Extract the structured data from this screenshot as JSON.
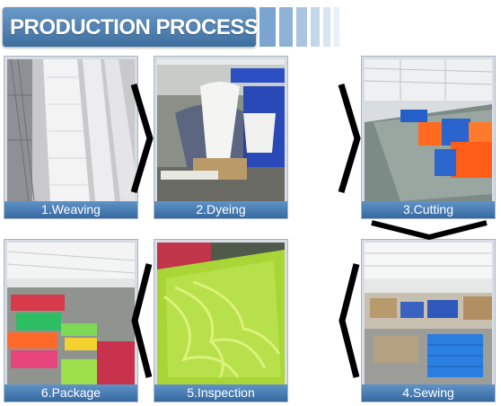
{
  "header": {
    "title": "PRODUCTION PROCESS"
  },
  "steps": [
    {
      "label": "1.Weaving"
    },
    {
      "label": "2.Dyeing"
    },
    {
      "label": "3.Cutting"
    },
    {
      "label": "4.Sewing"
    },
    {
      "label": "5.Inspection"
    },
    {
      "label": "6.Package"
    }
  ],
  "colors": {
    "banner": "#4a7fb5",
    "caption": "#3d72aa",
    "arrow": "#000000"
  }
}
